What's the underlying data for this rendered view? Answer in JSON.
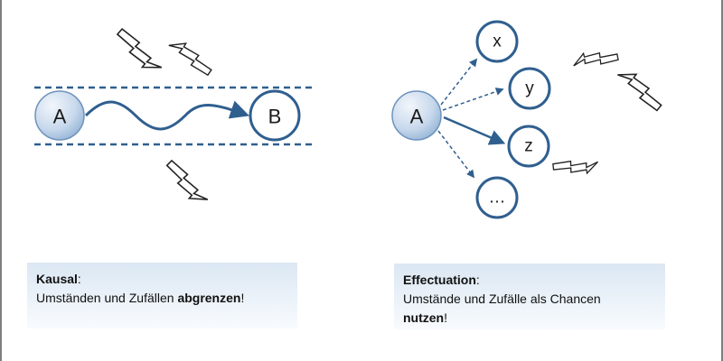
{
  "left_diagram": {
    "start_label": "A",
    "end_label": "B"
  },
  "right_diagram": {
    "source_label": "A",
    "targets": [
      "x",
      "y",
      "z",
      "…"
    ]
  },
  "captions": {
    "left": {
      "title": "Kausal",
      "title_suffix": ":",
      "text_plain": "Umständen und Zufällen ",
      "text_bold": "abgrenzen",
      "text_end": "!"
    },
    "right": {
      "title": "Effectuation",
      "title_suffix": ":",
      "line2": "Umstände und Zufälle als Chancen",
      "text_bold": "nutzen",
      "text_end": "!"
    }
  },
  "colors": {
    "accent": "#2f5f8f",
    "node_fill_light": "#e6eef7",
    "node_fill_dark": "#9dbcdc",
    "caption_top": "#dbe7f3"
  },
  "icons": [
    "lightning-bolt-icon"
  ]
}
